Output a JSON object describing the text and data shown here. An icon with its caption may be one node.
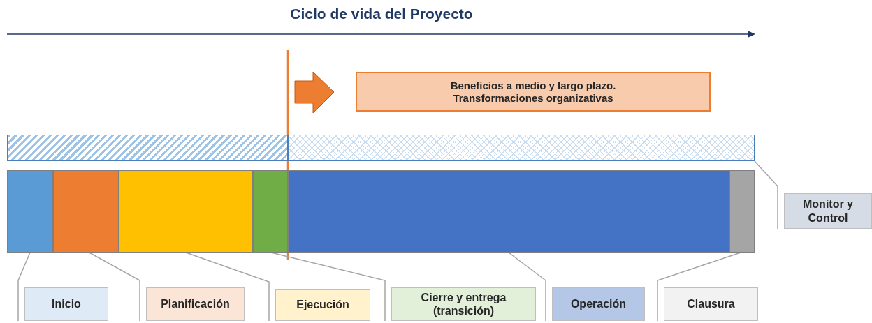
{
  "diagram": {
    "title": "Ciclo de vida del Proyecto",
    "nodes": [
      {
        "text": [
          "Beneficios a medio y largo plazo. Transformaciones organizativas"
        ]
      },
      {
        "text": [],
        "shape": "bar"
      },
      {
        "text": [],
        "shape": "bar"
      },
      {
        "text": [],
        "shape": "bar"
      },
      {
        "text": [],
        "shape": "bar"
      },
      {
        "text": [],
        "shape": "bar"
      },
      {
        "text": [],
        "shape": "bar"
      },
      {
        "text": [],
        "shape": "bar"
      },
      {
        "text": [],
        "shape": "bar"
      },
      {
        "text": [
          "Inicio"
        ]
      },
      {
        "text": [
          "Planificación"
        ]
      },
      {
        "text": [
          "Ejecución"
        ]
      },
      {
        "text": [
          "Cierre y entrega (transición)"
        ]
      },
      {
        "text": [
          "Operación"
        ]
      },
      {
        "text": [
          "Clausura"
        ]
      },
      {
        "text": [
          "Monitor y Control"
        ]
      }
    ],
    "edges": [
      {
        "from": 9,
        "to": 3,
        "arrow": "none"
      },
      {
        "from": 10,
        "to": 4,
        "arrow": "none"
      },
      {
        "from": 11,
        "to": 5,
        "arrow": "none"
      },
      {
        "from": 12,
        "to": 6,
        "arrow": "none"
      },
      {
        "from": 13,
        "to": 7,
        "arrow": "none"
      },
      {
        "from": 14,
        "to": 8,
        "arrow": "none"
      },
      {
        "from": 15,
        "to": 2,
        "arrow": "none"
      }
    ]
  }
}
